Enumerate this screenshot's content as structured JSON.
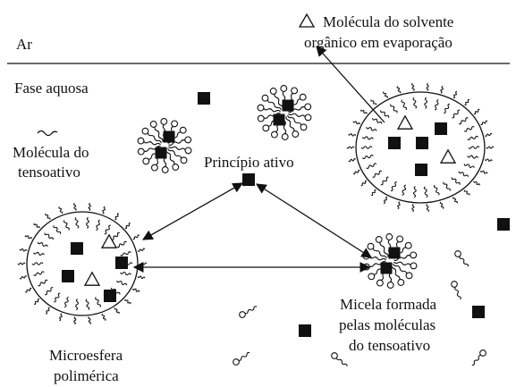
{
  "labels": {
    "air": "Ar",
    "aqueous_phase": "Fase aquosa",
    "solvent_molecule_line1": "Molécula do solvente",
    "solvent_molecule_line2": "orgânico em evaporação",
    "surfactant_molecule_line1": "Molécula do",
    "surfactant_molecule_line2": "tensoativo",
    "active_principle": "Princípio ativo",
    "micelle_line1": "Micela formada",
    "micelle_line2": "pelas moléculas",
    "micelle_line3": "do tensoativo",
    "microsphere_line1": "Microesfera",
    "microsphere_line2": "polimérica"
  },
  "symbols": {
    "solvent_molecule": "open-triangle",
    "active_principle": "filled-square",
    "surfactant_molecule": "circle-head-with-wavy-tail"
  },
  "colors": {
    "ink": "#111111",
    "background": "#ffffff"
  }
}
